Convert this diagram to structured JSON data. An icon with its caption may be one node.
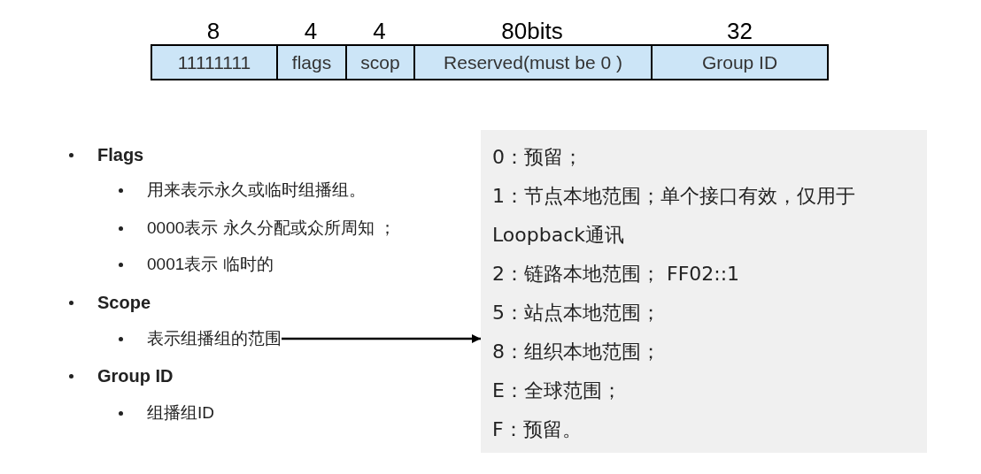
{
  "diagram": {
    "nodes": [
      {
        "text": [
          "11111111"
        ],
        "beside": [
          "8"
        ]
      },
      {
        "text": [
          "flags"
        ],
        "beside": [
          "4"
        ]
      },
      {
        "text": [
          "scop"
        ],
        "beside": [
          "4"
        ]
      },
      {
        "text": [
          "Reserved(must be 0 )"
        ],
        "beside": [
          "80bits"
        ]
      },
      {
        "text": [
          "Group ID"
        ],
        "beside": [
          "32"
        ]
      },
      {
        "text": [
          "表示组播组的范围"
        ]
      },
      {
        "text": [
          "0：预留；",
          "1：节点本地范围；单个接口有效，仅用于Loopback通讯",
          "2：链路本地范围； FF02::1",
          "5：站点本地范围；",
          "8：组织本地范围；",
          "E：全球范围；",
          "F：预留。"
        ]
      }
    ],
    "edges": [
      {
        "from": 5,
        "to": 6,
        "arrow": "to"
      }
    ],
    "labels": [
      "Flags",
      "用来表示永久或临时组播组。",
      "0000表示 永久分配或众所周知 ；",
      "0001表示 临时的",
      "Scope",
      "Group ID",
      "组播组ID"
    ]
  }
}
